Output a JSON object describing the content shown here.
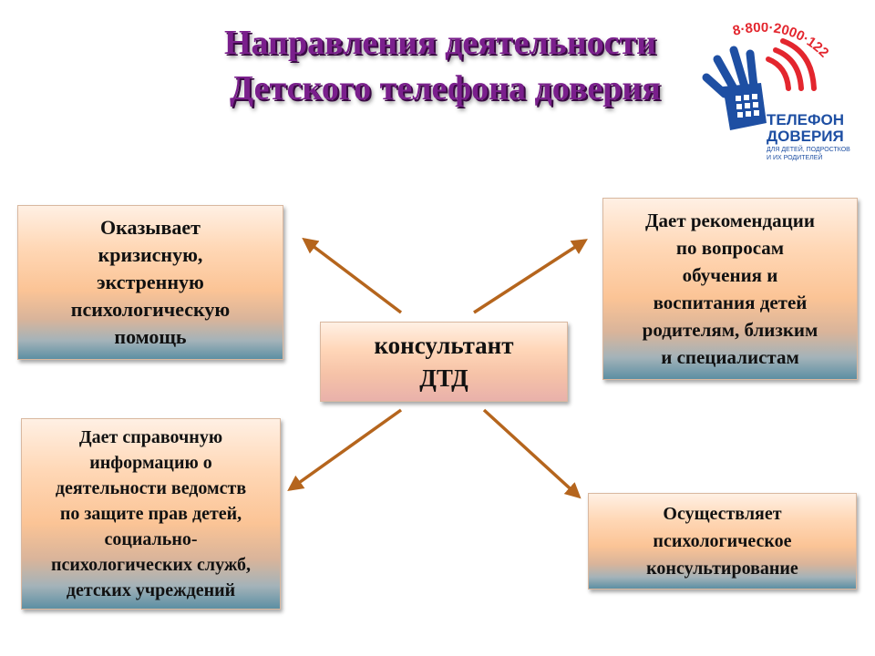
{
  "title": {
    "line1": "Направления деятельности",
    "line2": "Детского телефона доверия"
  },
  "logo": {
    "phone": "8·800·2000·122",
    "name_line1": "ТЕЛЕФОН",
    "name_line2": "ДОВЕРИЯ",
    "tag_line1": "ДЛЯ ДЕТЕЙ, ПОДРОСТКОВ",
    "tag_line2": "И ИХ РОДИТЕЛЕЙ",
    "colors": {
      "hand": "#1e4fa3",
      "waves": "#e3262e"
    }
  },
  "center": {
    "line1": "консультант",
    "line2": "ДТД"
  },
  "boxes": {
    "top_left": [
      "Оказывает",
      "кризисную,",
      "экстренную",
      "психологическую",
      "помощь"
    ],
    "top_right": [
      "Дает рекомендации",
      "по вопросам",
      "обучения и",
      "воспитания детей",
      "родителям, близким",
      "и специалистам"
    ],
    "bottom_left": [
      "Дает справочную",
      "информацию о",
      "деятельности ведомств",
      "по защите прав детей,",
      "социально-",
      "психологических служб,",
      "детских учреждений"
    ],
    "bottom_right": [
      "Осуществляет",
      "психологическое",
      "консультирование"
    ]
  },
  "colors": {
    "title": "#7a1f8c",
    "arrow": "#b5651d"
  }
}
